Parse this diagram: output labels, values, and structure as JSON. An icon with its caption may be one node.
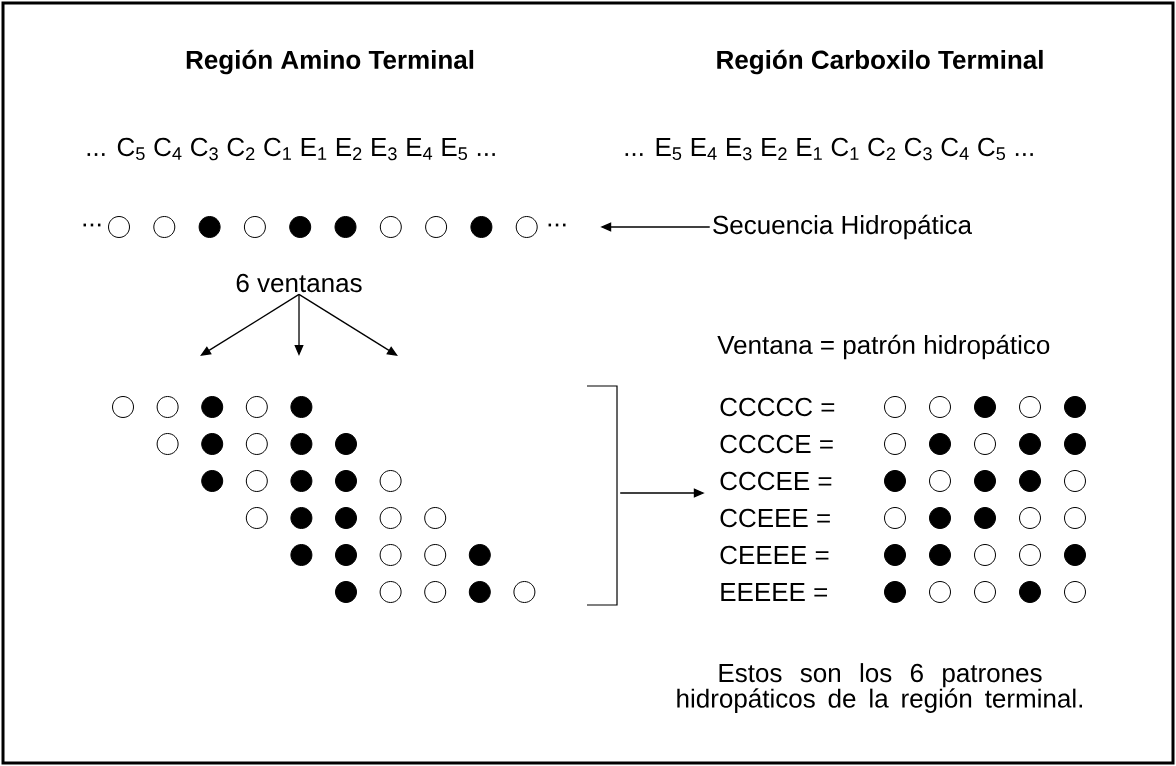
{
  "diagram": {
    "caption": "Estos son los 6 patrones hidropáticos de la región terminal.",
    "nodes": [
      {
        "text": [],
        "shape": "circle",
        "beside": [
          "...",
          "..."
        ]
      },
      {
        "text": [
          "Secuencia Hidropática"
        ]
      },
      {
        "text": [
          "6 ventanas"
        ]
      },
      {
        "text": [],
        "shape": "circle"
      },
      {
        "text": [
          "Ventana = patrón hidropático",
          "CCCCC =",
          "CCCCE =",
          "CCCEE =",
          "CCEEE =",
          "CEEEE =",
          "EEEEE ="
        ]
      }
    ],
    "edges": [
      {
        "from": 1,
        "to": 0,
        "arrow": "to"
      },
      {
        "from": 2,
        "to": null,
        "arrow": "to"
      },
      {
        "from": 2,
        "to": null,
        "arrow": "to"
      },
      {
        "from": 2,
        "to": null,
        "arrow": "to"
      },
      {
        "from": 3,
        "to": 4,
        "arrow": "to"
      }
    ],
    "labels": [
      "Región Amino Terminal",
      "Región Carboxilo Terminal",
      "... C$_{5}$ C$_{4}$ C$_{3}$ C$_{2}$ C$_{1}$  E$_{1}$ E$_{2}$ E$_{3}$ E$_{4}$ E$_{5}$ ...",
      "... E$_{5}$ E$_{4}$ E$_{3}$ E$_{2}$ E$_{1}$ C$_{1}$ C$_{2}$ C$_{3}$ C$_{4}$ C$_{5}$ ..."
    ]
  }
}
